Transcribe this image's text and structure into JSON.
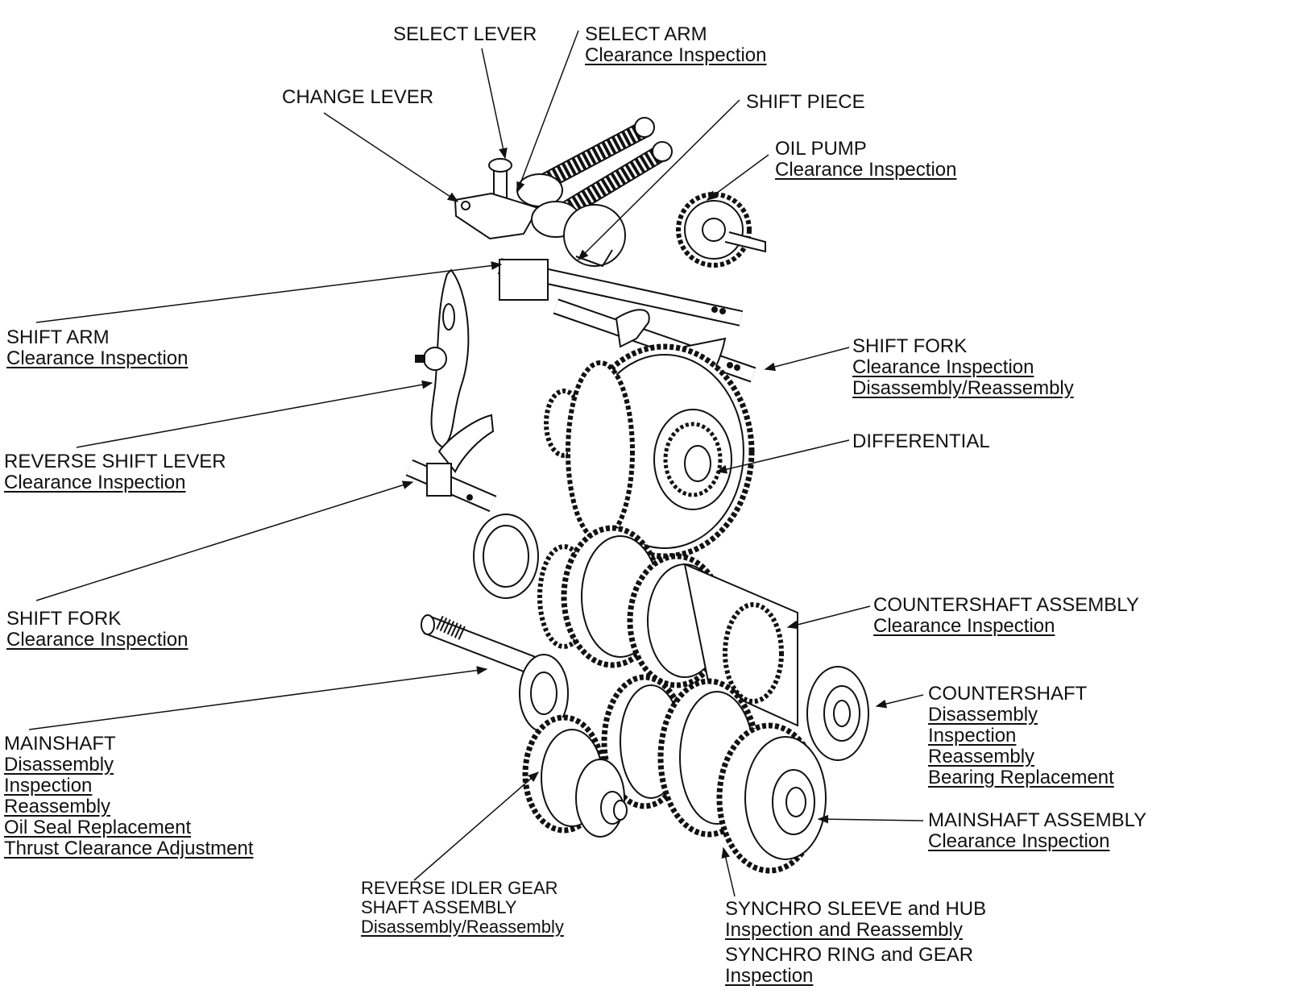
{
  "labels": {
    "select_lever": {
      "title": "SELECT LEVER",
      "links": []
    },
    "select_arm": {
      "title": "SELECT ARM",
      "links": [
        "Clearance Inspection"
      ]
    },
    "change_lever": {
      "title": "CHANGE LEVER",
      "links": []
    },
    "shift_piece": {
      "title": "SHIFT PIECE",
      "links": []
    },
    "oil_pump": {
      "title": "OIL PUMP",
      "links": [
        "Clearance Inspection"
      ]
    },
    "shift_arm": {
      "title": "SHIFT ARM",
      "links": [
        "Clearance Inspection"
      ]
    },
    "shift_fork_upper": {
      "title": "SHIFT FORK",
      "links": [
        "Clearance Inspection",
        "Disassembly/Reassembly"
      ]
    },
    "differential": {
      "title": "DIFFERENTIAL",
      "links": []
    },
    "reverse_shift_lever": {
      "title": "REVERSE SHIFT LEVER",
      "links": [
        "Clearance Inspection"
      ]
    },
    "shift_fork_lower": {
      "title": "SHIFT FORK",
      "links": [
        "Clearance Inspection"
      ]
    },
    "countershaft_assembly": {
      "title": "COUNTERSHAFT ASSEMBLY",
      "links": [
        "Clearance Inspection"
      ]
    },
    "countershaft": {
      "title": "COUNTERSHAFT",
      "links": [
        "Disassembly",
        "Inspection",
        "Reassembly",
        "Bearing Replacement"
      ]
    },
    "mainshaft": {
      "title": "MAINSHAFT",
      "links": [
        "Disassembly",
        "Inspection",
        "Reassembly",
        "Oil Seal Replacement",
        "Thrust Clearance Adjustment"
      ]
    },
    "mainshaft_assembly": {
      "title": "MAINSHAFT ASSEMBLY",
      "links": [
        "Clearance Inspection"
      ]
    },
    "reverse_idler": {
      "title": "REVERSE IDLER GEAR",
      "title2": "SHAFT ASSEMBLY",
      "links": [
        "Disassembly/Reassembly"
      ]
    },
    "synchro_sleeve": {
      "title": "SYNCHRO SLEEVE and HUB",
      "links": [
        "Inspection and Reassembly"
      ]
    },
    "synchro_ring": {
      "title": "SYNCHRO RING and GEAR",
      "links": [
        "Inspection"
      ]
    }
  }
}
